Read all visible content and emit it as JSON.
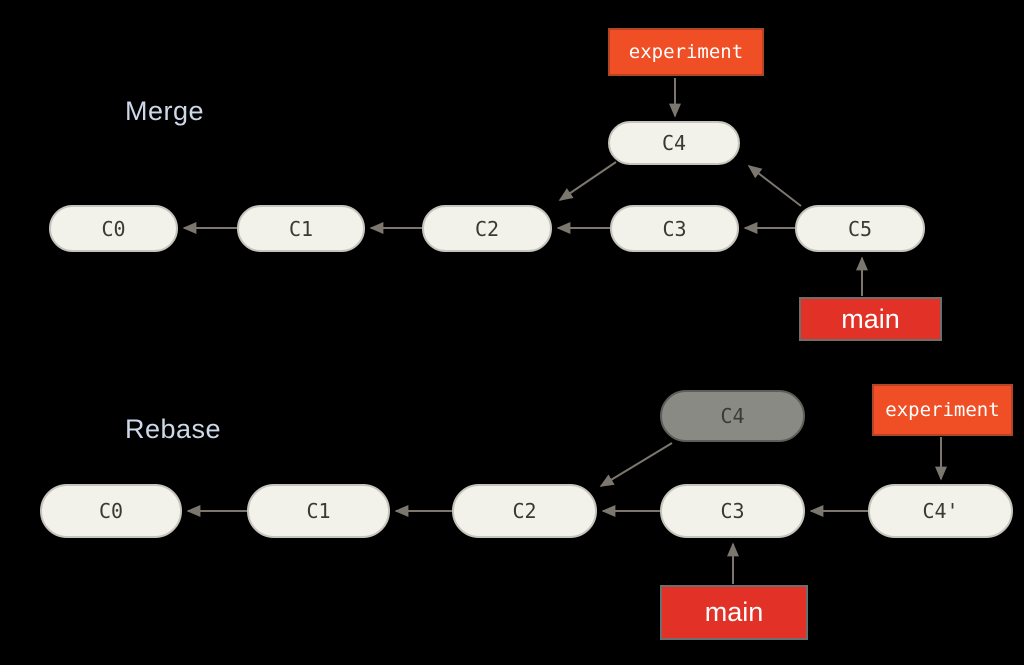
{
  "sections": {
    "merge": {
      "label": "Merge",
      "commits": {
        "c0": "C0",
        "c1": "C1",
        "c2": "C2",
        "c3": "C3",
        "c4": "C4",
        "c5": "C5"
      },
      "branches": {
        "experiment": "experiment",
        "main": "main"
      },
      "edges": [
        {
          "from": "experiment",
          "to": "C4"
        },
        {
          "from": "C4",
          "to": "C2"
        },
        {
          "from": "C5",
          "to": "C4"
        },
        {
          "from": "C1",
          "to": "C0"
        },
        {
          "from": "C2",
          "to": "C1"
        },
        {
          "from": "C3",
          "to": "C2"
        },
        {
          "from": "C5",
          "to": "C3"
        },
        {
          "from": "main",
          "to": "C5"
        }
      ]
    },
    "rebase": {
      "label": "Rebase",
      "commits": {
        "c0": "C0",
        "c1": "C1",
        "c2": "C2",
        "c3": "C3",
        "c4_abandoned": "C4",
        "c4_prime": "C4'"
      },
      "branches": {
        "experiment": "experiment",
        "main": "main"
      },
      "edges": [
        {
          "from": "C4_abandoned",
          "to": "C2"
        },
        {
          "from": "experiment",
          "to": "C4'"
        },
        {
          "from": "C1",
          "to": "C0"
        },
        {
          "from": "C2",
          "to": "C1"
        },
        {
          "from": "C3",
          "to": "C2"
        },
        {
          "from": "C4'",
          "to": "C3"
        },
        {
          "from": "main",
          "to": "C3"
        }
      ]
    }
  },
  "colors": {
    "bg": "#000000",
    "commit_fill": "#f2f1ea",
    "commit_border": "#c6c5bd",
    "commit_text": "#3a3a33",
    "ghost_fill": "#8a8a84",
    "ghost_border": "#5e5e58",
    "ghost_text": "#3b3b35",
    "experiment_fill": "#f04e24",
    "experiment_border": "#b24527",
    "main_fill": "#e23228",
    "main_border": "#6e6e6e",
    "branch_text": "#ffffff",
    "arrow": "#7b766e",
    "label_text": "#cdd8e9"
  }
}
